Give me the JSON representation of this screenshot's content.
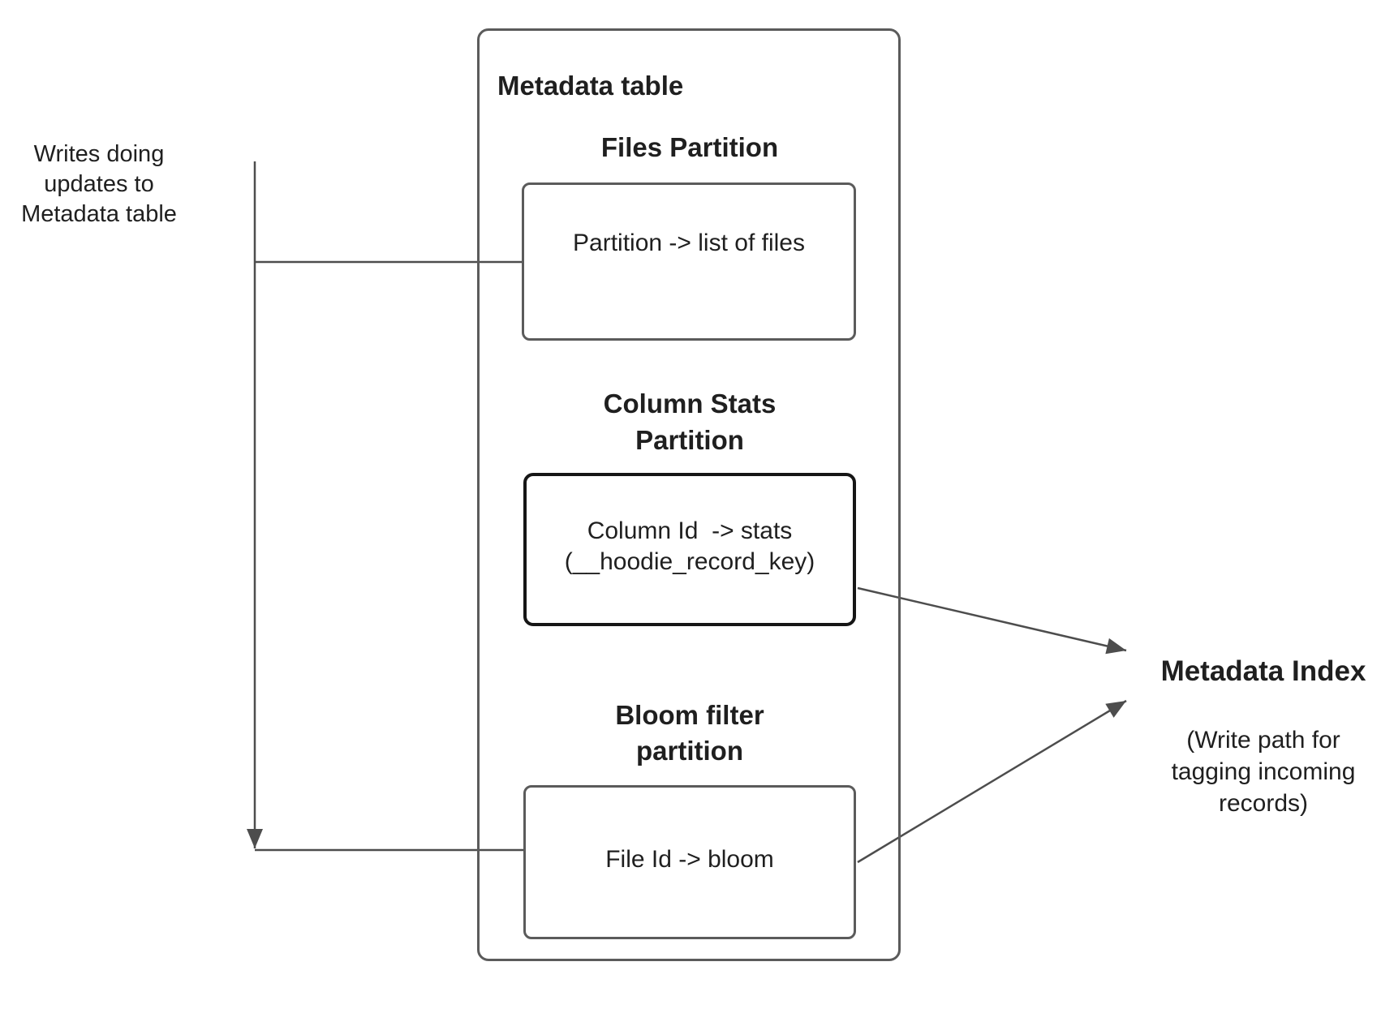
{
  "diagram": {
    "left_note": "Writes doing\nupdates to\nMetadata table",
    "metadata_table": {
      "title": "Metadata table",
      "files_partition": {
        "heading": "Files Partition",
        "box_text": "Partition -> list of files"
      },
      "column_stats_partition": {
        "heading": "Column Stats\nPartition",
        "box_text": "Column Id  -> stats\n(__hoodie_record_key)"
      },
      "bloom_filter_partition": {
        "heading": "Bloom filter\npartition",
        "box_text": "File Id -> bloom"
      }
    },
    "metadata_index": {
      "title": "Metadata Index",
      "subtitle": "(Write path for\ntagging incoming\nrecords)"
    },
    "colors": {
      "line": "#4d4d4d",
      "box_border": "#5b5b5b",
      "stats_border": "#161616",
      "text": "#1f1f1f",
      "background": "#ffffff"
    }
  }
}
